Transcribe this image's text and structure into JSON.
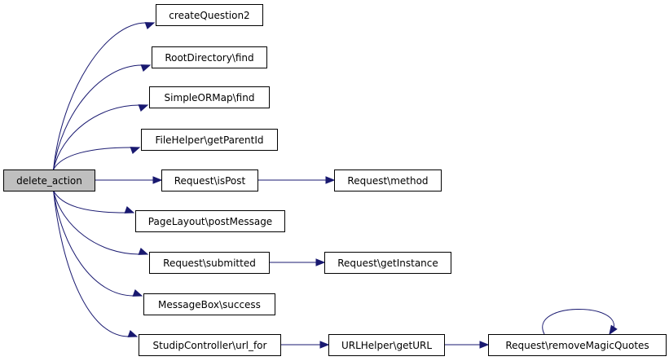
{
  "colors": {
    "edge": "#191970",
    "root_fill": "#bfbfbf",
    "node_fill": "#ffffff",
    "border": "#000000"
  },
  "nodes": [
    {
      "id": "delete_action",
      "label": "delete_action",
      "root": true
    },
    {
      "id": "createQuestion2",
      "label": "createQuestion2"
    },
    {
      "id": "RootDirectory_find",
      "label": "RootDirectory\\find"
    },
    {
      "id": "SimpleORMap_find",
      "label": "SimpleORMap\\find"
    },
    {
      "id": "FileHelper_getParentId",
      "label": "FileHelper\\getParentId"
    },
    {
      "id": "Request_isPost",
      "label": "Request\\isPost"
    },
    {
      "id": "Request_method",
      "label": "Request\\method"
    },
    {
      "id": "PageLayout_postMessage",
      "label": "PageLayout\\postMessage"
    },
    {
      "id": "Request_submitted",
      "label": "Request\\submitted"
    },
    {
      "id": "Request_getInstance",
      "label": "Request\\getInstance"
    },
    {
      "id": "MessageBox_success",
      "label": "MessageBox\\success"
    },
    {
      "id": "StudipController_url_for",
      "label": "StudipController\\url_for"
    },
    {
      "id": "URLHelper_getURL",
      "label": "URLHelper\\getURL"
    },
    {
      "id": "Request_removeMagicQuotes",
      "label": "Request\\removeMagicQuotes"
    }
  ],
  "edges": [
    {
      "from": "delete_action",
      "to": "createQuestion2"
    },
    {
      "from": "delete_action",
      "to": "RootDirectory_find"
    },
    {
      "from": "delete_action",
      "to": "SimpleORMap_find"
    },
    {
      "from": "delete_action",
      "to": "FileHelper_getParentId"
    },
    {
      "from": "delete_action",
      "to": "Request_isPost"
    },
    {
      "from": "delete_action",
      "to": "PageLayout_postMessage"
    },
    {
      "from": "delete_action",
      "to": "Request_submitted"
    },
    {
      "from": "delete_action",
      "to": "MessageBox_success"
    },
    {
      "from": "delete_action",
      "to": "StudipController_url_for"
    },
    {
      "from": "Request_isPost",
      "to": "Request_method"
    },
    {
      "from": "Request_submitted",
      "to": "Request_getInstance"
    },
    {
      "from": "StudipController_url_for",
      "to": "URLHelper_getURL"
    },
    {
      "from": "URLHelper_getURL",
      "to": "Request_removeMagicQuotes"
    },
    {
      "from": "Request_removeMagicQuotes",
      "to": "Request_removeMagicQuotes"
    }
  ]
}
